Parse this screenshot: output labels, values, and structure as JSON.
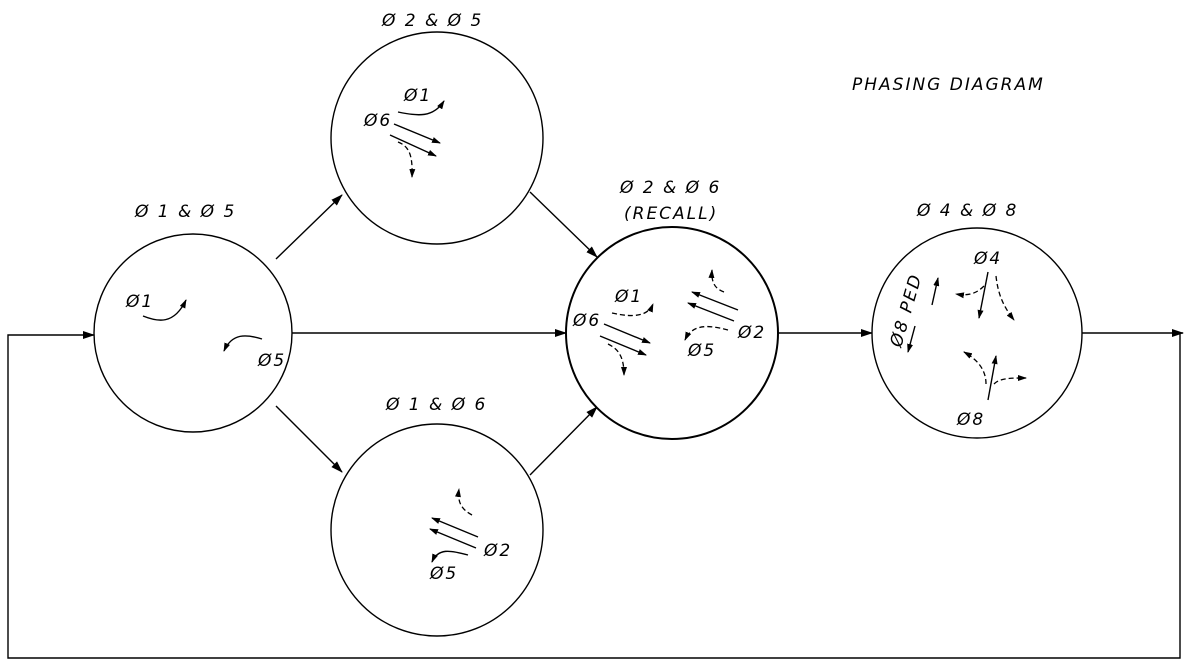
{
  "diagram": {
    "title": "PHASING DIAGRAM",
    "phases": [
      {
        "id": "p15",
        "heading": "Ø 1 & Ø 5",
        "labels": [
          "Ø1",
          "Ø5"
        ]
      },
      {
        "id": "p25",
        "heading": "Ø 2 & Ø 5",
        "labels": [
          "Ø1",
          "Ø6"
        ]
      },
      {
        "id": "p16",
        "heading": "Ø 1 & Ø 6",
        "labels": [
          "Ø2",
          "Ø5"
        ]
      },
      {
        "id": "p26",
        "heading": "Ø 2 & Ø 6",
        "subheading": "(RECALL)",
        "labels": [
          "Ø1",
          "Ø6",
          "Ø2",
          "Ø5"
        ]
      },
      {
        "id": "p48",
        "heading": "Ø 4 & Ø 8",
        "labels": [
          "Ø8 PED",
          "Ø4",
          "Ø8"
        ]
      }
    ],
    "transitions": [
      [
        "p15",
        "p25"
      ],
      [
        "p15",
        "p26"
      ],
      [
        "p15",
        "p16"
      ],
      [
        "p25",
        "p26"
      ],
      [
        "p16",
        "p26"
      ],
      [
        "p26",
        "p48"
      ],
      [
        "p48",
        "p15"
      ]
    ]
  }
}
